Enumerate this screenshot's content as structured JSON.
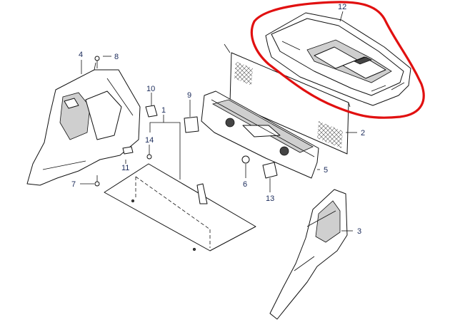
{
  "diagram": {
    "callouts": [
      {
        "id": "1",
        "label": "1"
      },
      {
        "id": "2",
        "label": "2"
      },
      {
        "id": "3",
        "label": "3"
      },
      {
        "id": "4",
        "label": "4"
      },
      {
        "id": "5",
        "label": "5"
      },
      {
        "id": "6",
        "label": "6"
      },
      {
        "id": "7",
        "label": "7"
      },
      {
        "id": "8",
        "label": "8"
      },
      {
        "id": "9",
        "label": "9"
      },
      {
        "id": "10",
        "label": "10"
      },
      {
        "id": "11",
        "label": "11"
      },
      {
        "id": "12",
        "label": "12"
      },
      {
        "id": "13",
        "label": "13"
      },
      {
        "id": "14",
        "label": "14"
      }
    ],
    "highlight_color": "#e11010",
    "highlighted_part": "12"
  }
}
